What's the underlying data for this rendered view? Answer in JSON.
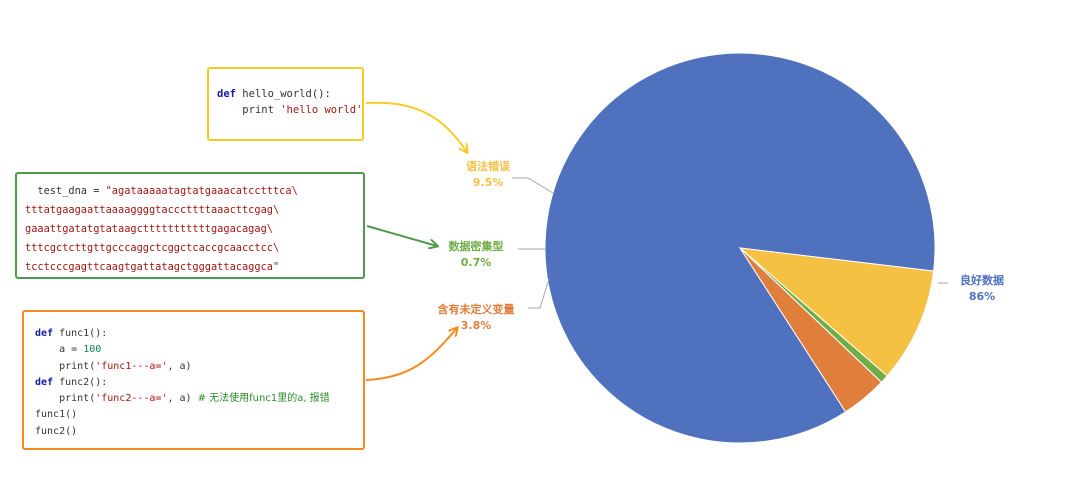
{
  "chart_data": {
    "type": "pie",
    "slices": [
      {
        "label": "良好数据",
        "value": 86,
        "value_label": "86%",
        "color": "#4F71BE"
      },
      {
        "label": "语法错误",
        "value": 9.5,
        "value_label": "9.5%",
        "color": "#F5C142"
      },
      {
        "label": "数据密集型",
        "value": 0.7,
        "value_label": "0.7%",
        "color": "#71AD47"
      },
      {
        "label": "含有未定义变量",
        "value": 3.8,
        "value_label": "3.8%",
        "color": "#E07E3C"
      }
    ]
  },
  "code_yellow": {
    "color": "#F5CB2A",
    "line1_kw": "def",
    "line1_rest": " hello_world():",
    "line2_indent": "    ",
    "line2_print": "print",
    "line2_str": " 'hello world'"
  },
  "code_green": {
    "color": "#4E9A4E",
    "line1_prefix": "  test_dna = ",
    "line1_str": "\"agataaaaatagtatgaaacatcctttca\\",
    "line2": "tttatgaagaattaaaaggggtacccttttaaacttcgag\\",
    "line3": "gaaattgatatgtataagctttttttttttgagacagag\\",
    "line4": "tttcgctcttgttgcccaggctcggctcaccgcaacctcc\\",
    "line5": "tcctcccgagttcaagtgattatagctgggattacaggca\""
  },
  "code_orange": {
    "color": "#F28C1E",
    "l1_kw": "def",
    "l1_rest": " func1():",
    "l2_indent": "    ",
    "l2_var": "a = ",
    "l2_num": "100",
    "l3_indent": "    ",
    "l3_print": "print(",
    "l3_str": "'func1---a='",
    "l3_rest": ", a)",
    "l4_kw": "def",
    "l4_rest": " func2():",
    "l5_indent": "    ",
    "l5_print": "print(",
    "l5_str": "'func2---a='",
    "l5_rest": ", a) ",
    "l5_cmt": "# 无法使用func1里的a, 报错",
    "l6": "func1()",
    "l7": "func2()"
  }
}
